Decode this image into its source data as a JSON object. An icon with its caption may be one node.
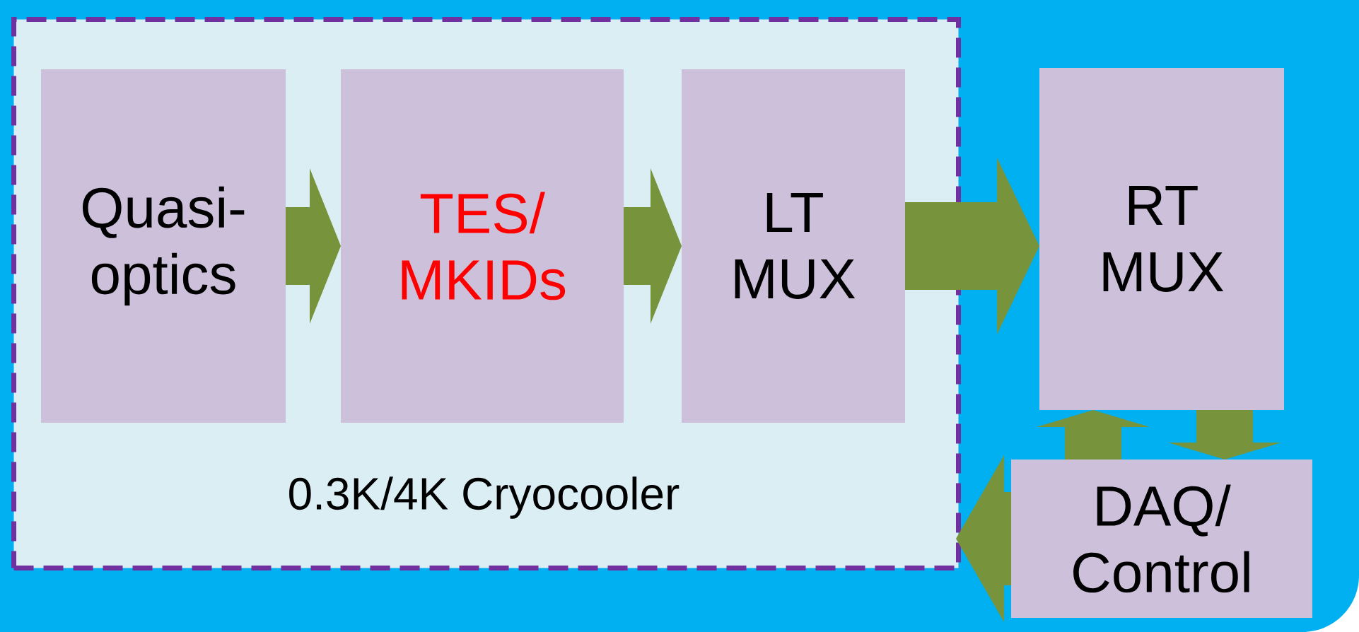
{
  "diagram": {
    "nodes": [
      {
        "text": [
          "0.3K/4K Cryocooler"
        ]
      },
      {
        "text": [
          "Quasi-optics"
        ],
        "in": 0
      },
      {
        "text": [
          "TES/ MKIDs"
        ],
        "in": 0
      },
      {
        "text": [
          "LT MUX"
        ],
        "in": 0
      },
      {
        "text": [
          "RT MUX"
        ]
      },
      {
        "text": [
          "DAQ/ Control"
        ]
      }
    ],
    "edges": [
      {
        "from": 1,
        "to": 2,
        "arrow": "to"
      },
      {
        "from": 2,
        "to": 3,
        "arrow": "to"
      },
      {
        "from": 3,
        "to": 4,
        "arrow": "to"
      },
      {
        "from": 4,
        "to": 5,
        "arrow": "to"
      },
      {
        "from": 5,
        "to": 4,
        "arrow": "to"
      },
      {
        "from": 5,
        "to": 0,
        "arrow": "to"
      }
    ]
  }
}
